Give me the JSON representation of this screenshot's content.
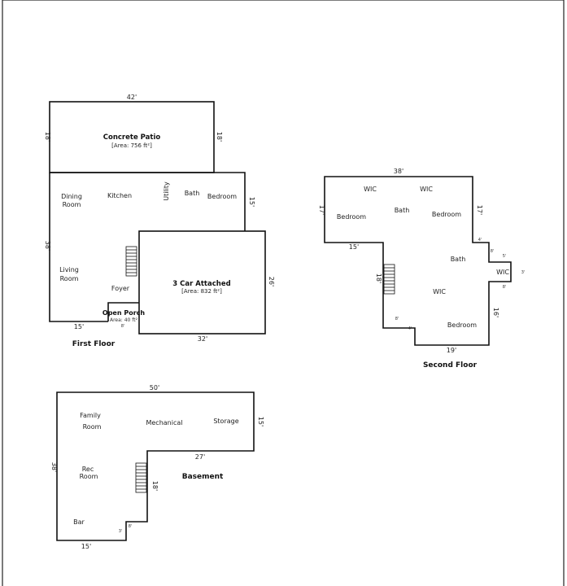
{
  "first_floor": {
    "title": "First Floor",
    "patio": {
      "name": "Concrete Patio",
      "area": "[Area: 756 ft²]"
    },
    "garage": {
      "name": "3 Car Attached",
      "area": "[Area: 832 ft²]"
    },
    "porch": {
      "name": "Open Porch",
      "area": "Area: 40 ft²"
    },
    "rooms": {
      "dining": [
        "Dining",
        "Room"
      ],
      "kitchen": "Kitchen",
      "utility": "Utility",
      "bath": "Bath",
      "bedroom": "Bedroom",
      "living": [
        "Living",
        "Room"
      ],
      "foyer": "Foyer"
    },
    "dims": {
      "top": "42'",
      "patio_left": "18'",
      "patio_right": "18'",
      "left": "38'",
      "right_upper": "15'",
      "garage_right": "26'",
      "garage_bottom": "32'",
      "bottom_left": "15'",
      "porch_small": "8'"
    }
  },
  "second_floor": {
    "title": "Second Floor",
    "rooms": {
      "wic1": "WIC",
      "wic2": "WIC",
      "wic3": "WIC",
      "wic4": "WIC",
      "bedroom1": "Bedroom",
      "bedroom2": "Bedroom",
      "bedroom3": "Bedroom",
      "bath1": "Bath",
      "bath2": "Bath"
    },
    "dims": {
      "top": "38'",
      "left": "17'",
      "right": "17'",
      "mid": "15'",
      "stair": "18'",
      "right_lower": "16'",
      "bottom": "19'",
      "small1": "4'",
      "small2": "8'",
      "small3": "5'",
      "small4": "8'",
      "small5": "8'",
      "small6": "4'"
    }
  },
  "basement": {
    "title": "Basement",
    "rooms": {
      "family": [
        "Family",
        "Room"
      ],
      "mechanical": "Mechanical",
      "storage": "Storage",
      "rec": [
        "Rec",
        "Room"
      ],
      "bar": "Bar"
    },
    "dims": {
      "top": "50'",
      "right": "15'",
      "mid": "27'",
      "stair": "18'",
      "left": "38'",
      "bottom": "15'",
      "small1": "8'",
      "small2": "3'"
    }
  }
}
